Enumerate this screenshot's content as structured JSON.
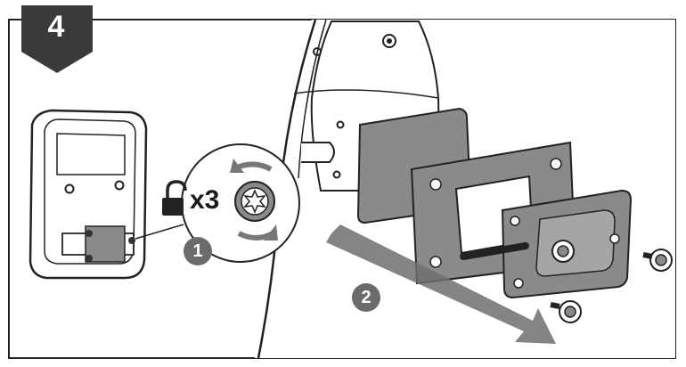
{
  "step": {
    "number": "4"
  },
  "callout": {
    "count": "x3"
  },
  "badges": {
    "first": "1",
    "second": "2"
  },
  "icons": {
    "lock": "unlocked-padlock-icon",
    "torx": "torx-screw-head-icon",
    "rotate": "counterclockwise-rotation-arrows-icon",
    "direction": "removal-direction-arrow-icon"
  },
  "colors": {
    "step_badge": "#3a3a3a",
    "number_badge": "#6b6b6b",
    "panel_gray": "#8a8a8a",
    "direction_arrow": "#6f6f6f",
    "line": "#1a1a1a"
  }
}
